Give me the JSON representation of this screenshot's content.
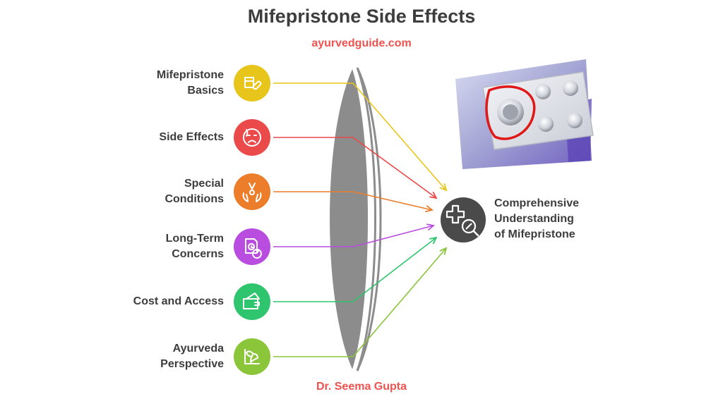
{
  "title": "Mifepristone Side Effects",
  "website": "ayurvedguide.com",
  "author": "Dr. Seema Gupta",
  "accent_color": "#f0524f",
  "text_color": "#3d3d3d",
  "lens_color": "#8c8c8c",
  "inputs": [
    {
      "lines": [
        "Mifepristone",
        "Basics"
      ],
      "color": "#e8c51a",
      "icon": "box-pill-icon"
    },
    {
      "lines": [
        "Side Effects"
      ],
      "color": "#ea4a4a",
      "icon": "sad-face-icon"
    },
    {
      "lines": [
        "Special",
        "Conditions"
      ],
      "color": "#ec7d2a",
      "icon": "hands-pendant-icon"
    },
    {
      "lines": [
        "Long-Term",
        "Concerns"
      ],
      "color": "#b84de0",
      "icon": "clock-question-icon"
    },
    {
      "lines": [
        "Cost and Access"
      ],
      "color": "#2fc46e",
      "icon": "wallet-money-icon"
    },
    {
      "lines": [
        "Ayurveda",
        "Perspective"
      ],
      "color": "#8bc53a",
      "icon": "leaf-sprout-icon"
    }
  ],
  "result": {
    "lines": [
      "Comprehensive",
      "Understanding",
      "of Mifepristone"
    ],
    "color": "#4a4a4a",
    "icon": "medical-cross-pill-icon"
  },
  "photo": {
    "subject": "blister-pack-tablets",
    "highlight_color": "#e01818"
  }
}
